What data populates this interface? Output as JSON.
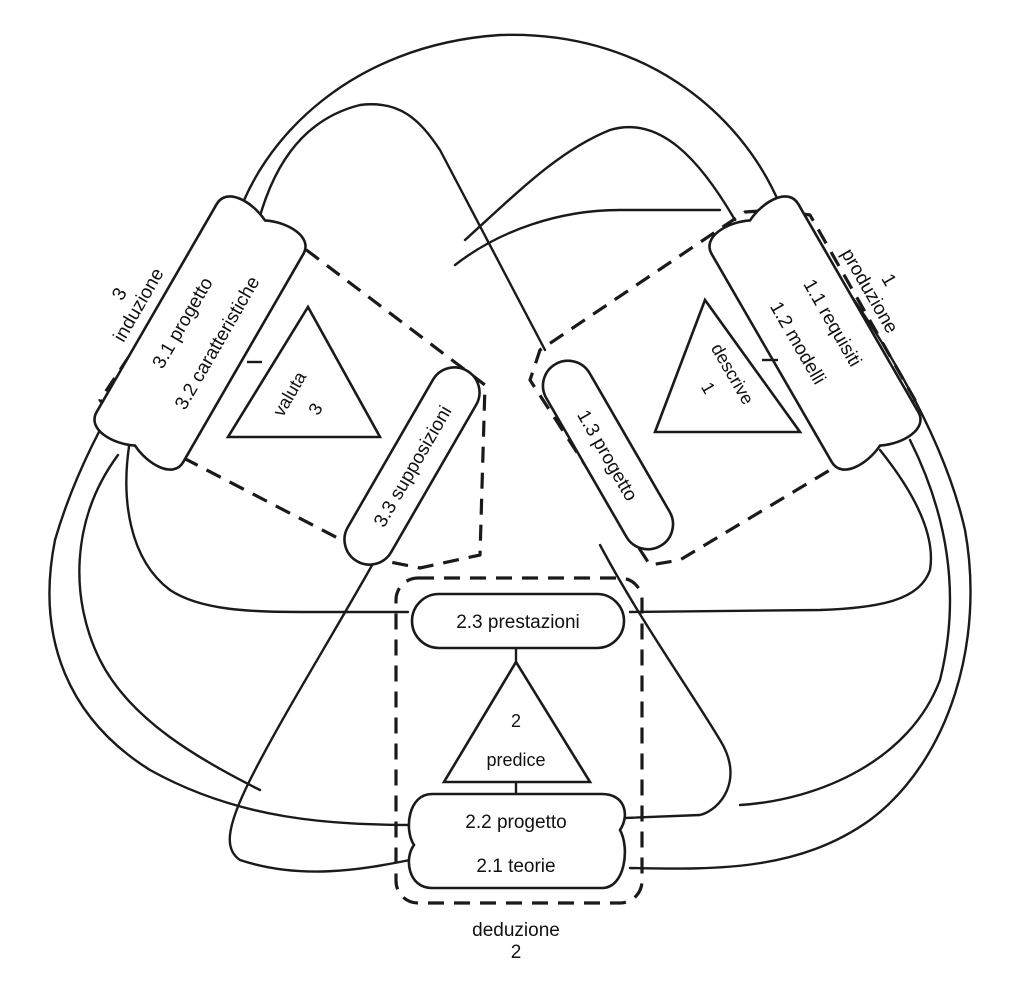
{
  "diagram": {
    "cycle_1": {
      "number": "1",
      "name": "produzione",
      "triangle_verb": "descrive",
      "triangle_number": "1",
      "item_1": "1.1 requisiti",
      "item_2": "1.2 modelli",
      "item_3": "1.3 progetto"
    },
    "cycle_2": {
      "number": "2",
      "name": "deduzione",
      "triangle_verb": "predice",
      "triangle_number": "2",
      "item_1": "2.1 teorie",
      "item_2": "2.2 progetto",
      "item_3": "2.3  prestazioni"
    },
    "cycle_3": {
      "number": "3",
      "name": "induzione",
      "triangle_verb": "valuta",
      "triangle_number": "3",
      "item_1": "3.1 progetto",
      "item_2": "3.2 caratteristiche",
      "item_3": "3.3 supposizioni"
    }
  }
}
